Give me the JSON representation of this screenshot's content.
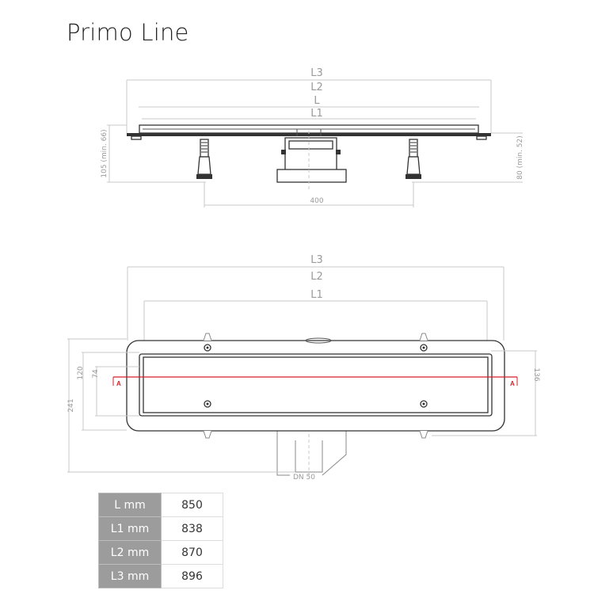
{
  "title": "Primo Line",
  "side_view": {
    "labels": {
      "l3": "L3",
      "l2": "L2",
      "l": "L",
      "l1": "L1"
    },
    "foot_spacing": "400",
    "left_height": "105 (min. 66)",
    "right_height": "80 (min. 52)"
  },
  "top_view": {
    "labels": {
      "l3": "L3",
      "l2": "L2",
      "l1": "L1"
    },
    "total_height": "241",
    "outer_width": "120",
    "inner_width": "74",
    "right_width": "136",
    "outlet": "DN 50",
    "section_marker": "A",
    "section_color": "#d0202a"
  },
  "spec_table": {
    "rows": [
      {
        "key": "L mm",
        "value": "850"
      },
      {
        "key": "L1 mm",
        "value": "838"
      },
      {
        "key": "L2 mm",
        "value": "870"
      },
      {
        "key": "L3 mm",
        "value": "896"
      }
    ]
  }
}
